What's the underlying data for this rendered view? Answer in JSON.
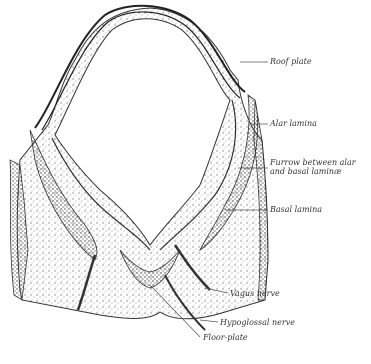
{
  "figure": {
    "labels": {
      "roof_plate": "Roof plate",
      "alar_lamina": "Alar lamina",
      "furrow": "Furrow between alar and basal laminæ",
      "basal_lamina": "Basal lamina",
      "vagus_nerve": "Vagus nerve",
      "hypoglossal_nerve": "Hypoglossal nerve",
      "floor_plate": "Floor-plate"
    }
  }
}
